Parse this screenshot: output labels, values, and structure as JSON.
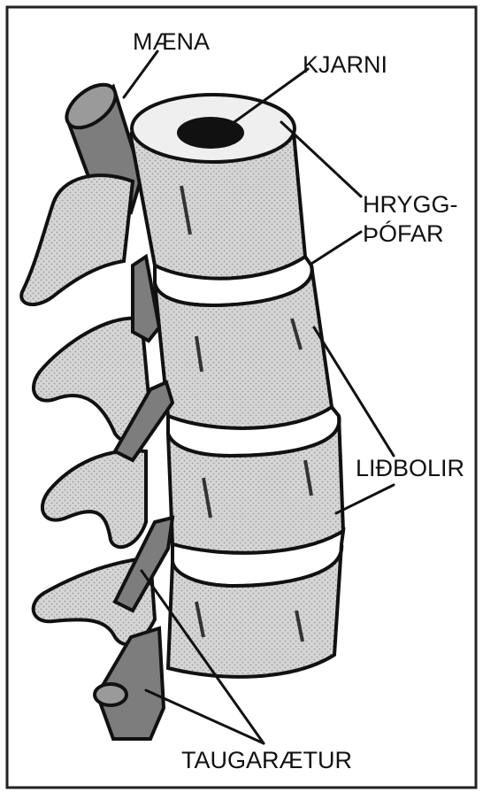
{
  "labels": {
    "spinal_cord": "MÆNA",
    "nucleus": "KJARNI",
    "discs_line1": "HRYGG-",
    "discs_line2": "ÞÓFAR",
    "vertebral_bodies": "LIÐBOLIR",
    "nerve_roots": "TAUGARÆTUR"
  },
  "colors": {
    "bone": "#cfcfcf",
    "nerve": "#7d7d7d",
    "disc": "#ffffff",
    "nucleus": "#111111",
    "outline": "#111111",
    "frame": "#222222"
  }
}
